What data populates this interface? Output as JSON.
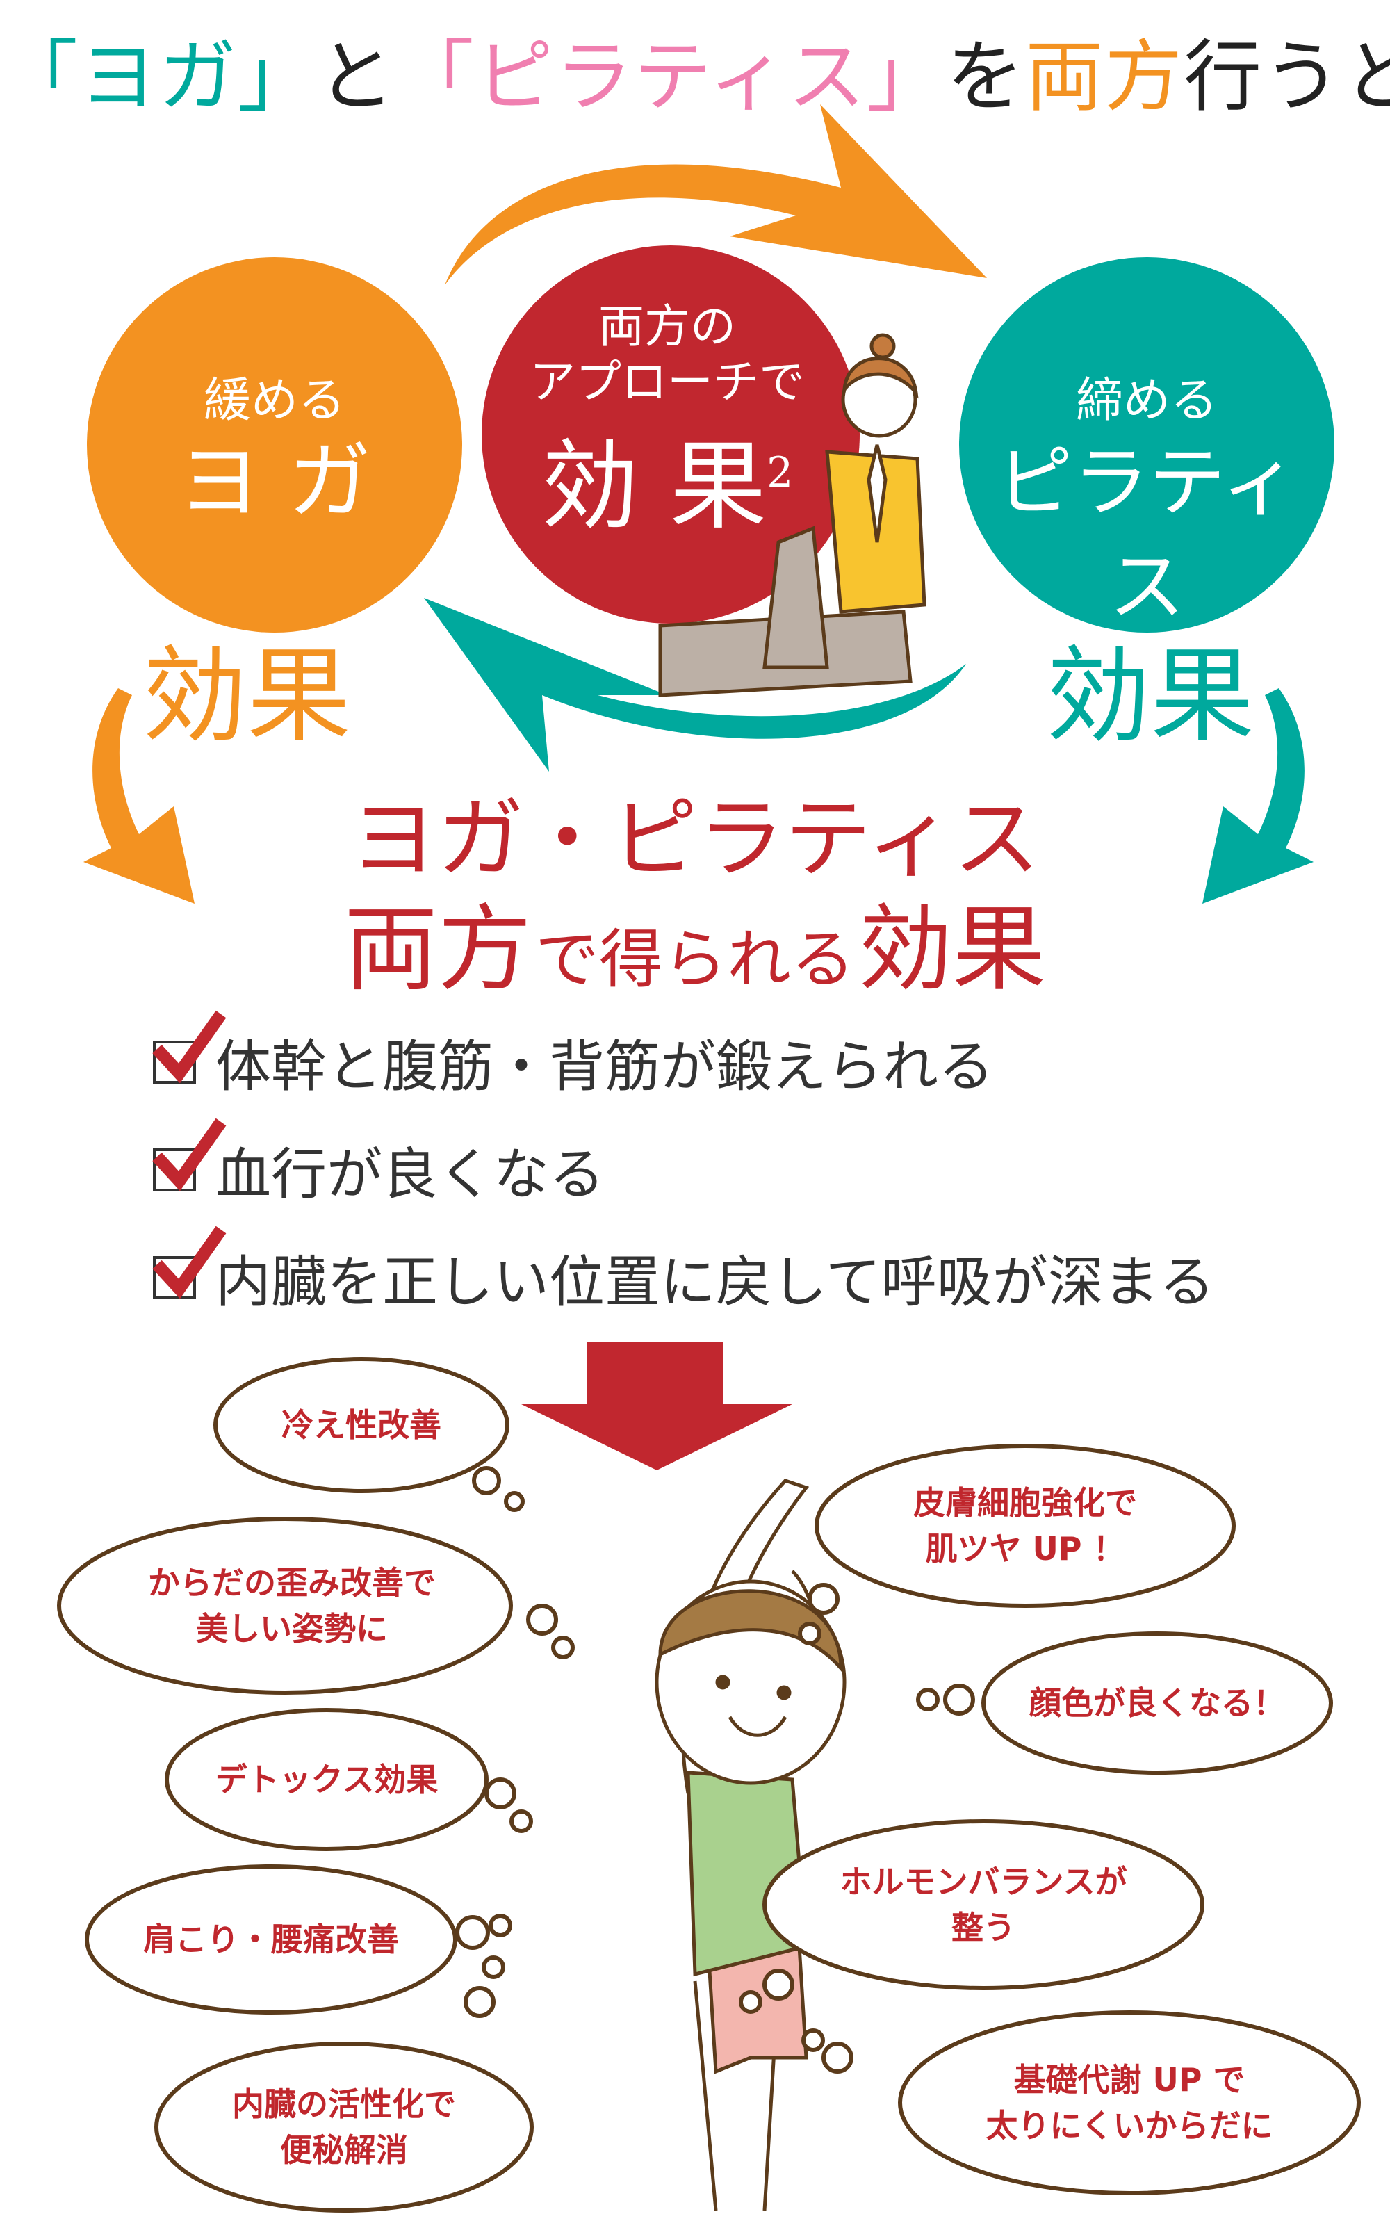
{
  "title": {
    "q_open_1": "「",
    "yoga": "ヨガ",
    "q_close_1": "」",
    "to": "と",
    "q_open_2": "「",
    "pilates": "ピラティス",
    "q_close_2": "」",
    "wo": "を",
    "ryouhou": "両方",
    "rest": "行うと"
  },
  "circles": {
    "yoga": {
      "sub": "緩める",
      "main": "ヨ ガ",
      "effect": "効果"
    },
    "center": {
      "line1": "両方の",
      "line2": "アプローチで",
      "main": "効 果",
      "sup": "2"
    },
    "pilates": {
      "sub": "締める",
      "main": "ピラティス",
      "effect": "効果"
    }
  },
  "heading": {
    "line1": "ヨガ・ピラティス",
    "ryouhou": "両方",
    "middle": "で得られる",
    "effect": "効果"
  },
  "checklist": [
    "体幹と腹筋・背筋が鍛えられる",
    "血行が良くなる",
    "内臓を正しい位置に戻して呼吸が深まる"
  ],
  "clouds": {
    "c1": [
      "冷え性改善"
    ],
    "c2": [
      "からだの歪み改善で",
      "美しい姿勢に"
    ],
    "c3": [
      "デトックス効果"
    ],
    "c4": [
      "肩こり・腰痛改善"
    ],
    "c5": [
      "内臓の活性化で",
      "便秘解消"
    ],
    "c6": [
      "皮膚細胞強化で",
      "肌ツヤ UP ！"
    ],
    "c7": [
      "顔色が良くなる！"
    ],
    "c8": [
      "ホルモンバランスが",
      "整う"
    ],
    "c9": [
      "基礎代謝 UP で",
      "太りにくいからだに"
    ]
  },
  "colors": {
    "orange": "#f39221",
    "red": "#c1272f",
    "teal": "#00a99d",
    "pink": "#f07fb0",
    "brown": "#5b3b1b"
  }
}
